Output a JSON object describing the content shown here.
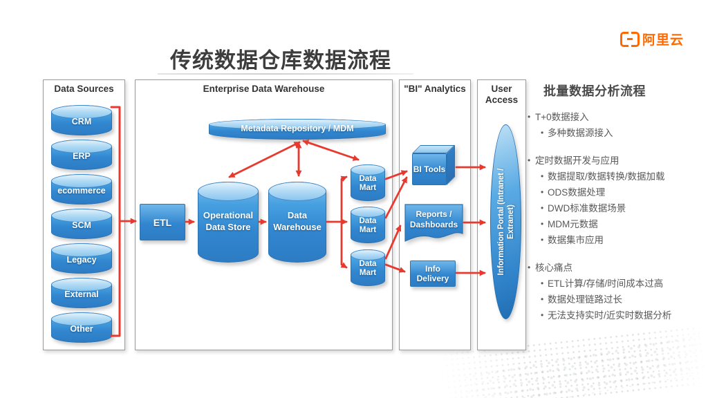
{
  "brand": {
    "name": "阿里云"
  },
  "slide_title": "传统数据仓库数据流程",
  "diagram": {
    "data_sources": {
      "header": "Data Sources",
      "items": [
        "CRM",
        "ERP",
        "ecommerce",
        "SCM",
        "Legacy",
        "External",
        "Other"
      ]
    },
    "edw": {
      "header": "Enterprise Data Warehouse",
      "metadata": "Metadata Repository / MDM",
      "etl": "ETL",
      "ods": "Operational Data Store",
      "warehouse": "Data Warehouse",
      "marts": [
        "Data Mart",
        "Data Mart",
        "Data Mart"
      ]
    },
    "bi": {
      "header": "\"BI\" Analytics",
      "tools": "BI Tools",
      "reports": "Reports / Dashboards",
      "delivery": "Info Delivery"
    },
    "user_access": {
      "header": "User Access",
      "portal": "Information Portal (Intranet / Extranet)"
    }
  },
  "notes": {
    "title": "批量数据分析流程",
    "items": [
      {
        "level": 1,
        "text": "T+0数据接入"
      },
      {
        "level": 2,
        "text": "多种数据源接入"
      },
      {
        "level": 1,
        "text": "定时数据开发与应用"
      },
      {
        "level": 2,
        "text": "数据提取/数据转换/数据加载"
      },
      {
        "level": 2,
        "text": "ODS数据处理"
      },
      {
        "level": 2,
        "text": "DWD标准数据场景"
      },
      {
        "level": 2,
        "text": "MDM元数据"
      },
      {
        "level": 2,
        "text": "数据集市应用"
      },
      {
        "level": 1,
        "text": "核心痛点"
      },
      {
        "level": 2,
        "text": "ETL计算/存储/时间成本过高"
      },
      {
        "level": 2,
        "text": "数据处理链路过长"
      },
      {
        "level": 2,
        "text": "无法支持实时/近实时数据分析"
      }
    ]
  },
  "colors": {
    "brand_orange": "#FF6A00",
    "arrow_red": "#E8392F",
    "shape_blue": "#3186CF",
    "shape_blue_light": "#B4DCF5",
    "panel_border_gray": "#9B9B9B"
  }
}
